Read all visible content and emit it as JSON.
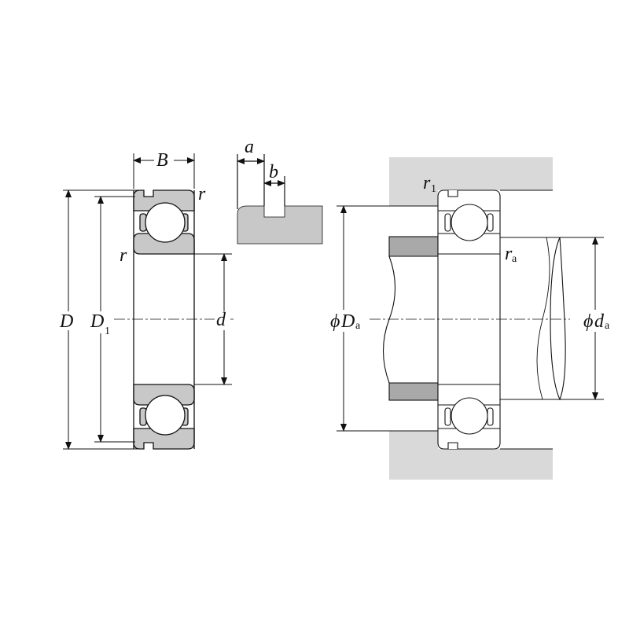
{
  "labels": {
    "B": "B",
    "r_top": "r",
    "r_mid": "r",
    "D": "D",
    "D1_main": "D",
    "D1_sub": "1",
    "d": "d",
    "a": "a",
    "b": "b",
    "r1_main": "r",
    "r1_sub": "1",
    "ra_main": "r",
    "ra_sub": "a",
    "Da_phi": "ϕ",
    "Da_main": "D",
    "Da_sub": "a",
    "da_phi": "ϕ",
    "da_main": "d",
    "da_sub": "a"
  },
  "colors": {
    "ring": "#c8c8c8",
    "housing": "#d9d9d9",
    "shoulder": "#a9a9a9",
    "line": "#111111"
  }
}
